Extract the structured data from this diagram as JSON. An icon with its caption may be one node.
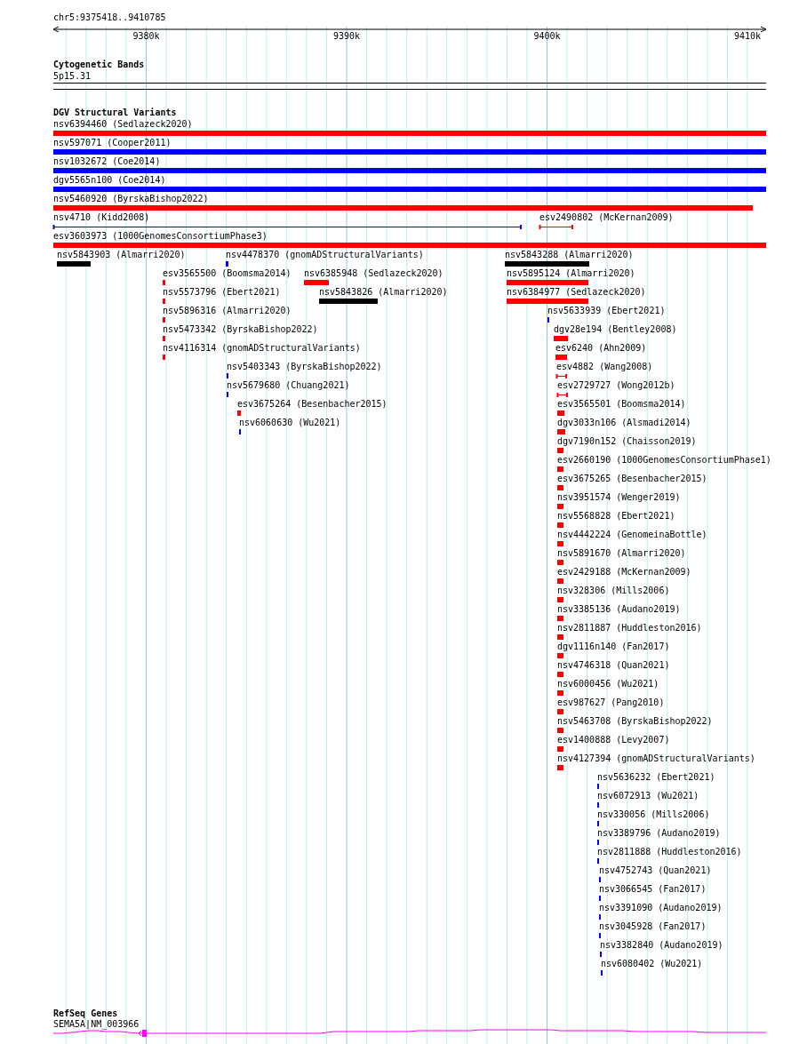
{
  "diagram": {
    "title": "chr5:9375418..9410785",
    "nodes": [
      {
        "text": [
          "nsv6394460 (Sedlazeck2020)"
        ]
      },
      {
        "text": [
          "nsv597071 (Cooper2011)"
        ]
      },
      {
        "text": [
          "nsv1032672 (Coe2014)"
        ]
      },
      {
        "text": [
          "dgv5565n100 (Coe2014)"
        ]
      },
      {
        "text": [
          "nsv5460920 (ByrskaBishop2022)"
        ]
      },
      {
        "text": [
          "nsv4710 (Kidd2008)"
        ]
      },
      {
        "text": [
          "esv2490802 (McKernan2009)"
        ]
      },
      {
        "text": [
          "esv3603973 (1000GenomesConsortiumPhase3)"
        ]
      },
      {
        "text": [
          "nsv5843903 (Almarri2020)"
        ]
      },
      {
        "text": [
          "nsv4478370 (gnomADStructuralVariants)"
        ]
      },
      {
        "text": [
          "nsv5843288 (Almarri2020)"
        ]
      },
      {
        "text": [
          "esv3565500 (Boomsma2014)"
        ]
      },
      {
        "text": [
          "nsv6385948 (Sedlazeck2020)"
        ]
      },
      {
        "text": [
          "nsv5895124 (Almarri2020)"
        ]
      },
      {
        "text": [
          "nsv5573796 (Ebert2021)"
        ]
      },
      {
        "text": [
          "nsv5843826 (Almarri2020)"
        ]
      },
      {
        "text": [
          "nsv6384977 (Sedlazeck2020)"
        ]
      },
      {
        "text": [
          "nsv5896316 (Almarri2020)"
        ]
      },
      {
        "text": [
          "nsv5633939 (Ebert2021)"
        ]
      },
      {
        "text": [
          "nsv5473342 (ByrskaBishop2022)"
        ]
      },
      {
        "text": [
          "dgv28e194 (Bentley2008)"
        ]
      },
      {
        "text": [
          "nsv4116314 (gnomADStructuralVariants)"
        ]
      },
      {
        "text": [
          "esv6240 (Ahn2009)"
        ]
      },
      {
        "text": [
          "nsv5403343 (ByrskaBishop2022)"
        ]
      },
      {
        "text": [
          "esv4882 (Wang2008)"
        ]
      },
      {
        "text": [
          "nsv5679680 (Chuang2021)"
        ]
      },
      {
        "text": [
          "esv2729727 (Wong2012b)"
        ]
      },
      {
        "text": [
          "esv3675264 (Besenbacher2015)"
        ]
      },
      {
        "text": [
          "esv3565501 (Boomsma2014)"
        ]
      },
      {
        "text": [
          "nsv6060630 (Wu2021)"
        ]
      },
      {
        "text": [
          "dgv3033n106 (Alsmadi2014)"
        ]
      },
      {
        "text": [
          "dgv7190n152 (Chaisson2019)"
        ]
      },
      {
        "text": [
          "esv2660190 (1000GenomesConsortiumPhase1)"
        ]
      },
      {
        "text": [
          "esv3675265 (Besenbacher2015)"
        ]
      },
      {
        "text": [
          "nsv3951574 (Wenger2019)"
        ]
      },
      {
        "text": [
          "nsv5568828 (Ebert2021)"
        ]
      },
      {
        "text": [
          "nsv4442224 (GenomeinaBottle)"
        ]
      },
      {
        "text": [
          "nsv5891670 (Almarri2020)"
        ]
      },
      {
        "text": [
          "esv2429188 (McKernan2009)"
        ]
      },
      {
        "text": [
          "nsv328306 (Mills2006)"
        ]
      },
      {
        "text": [
          "nsv3385136 (Audano2019)"
        ]
      },
      {
        "text": [
          "nsv2811887 (Huddleston2016)"
        ]
      },
      {
        "text": [
          "dgv1116n140 (Fan2017)"
        ]
      },
      {
        "text": [
          "nsv4746318 (Quan2021)"
        ]
      },
      {
        "text": [
          "nsv6000456 (Wu2021)"
        ]
      },
      {
        "text": [
          "esv987627 (Pang2010)"
        ]
      },
      {
        "text": [
          "nsv5463708 (ByrskaBishop2022)"
        ]
      },
      {
        "text": [
          "esv1400888 (Levy2007)"
        ]
      },
      {
        "text": [
          "nsv4127394 (gnomADStructuralVariants)"
        ]
      },
      {
        "text": [
          "nsv5636232 (Ebert2021)"
        ]
      },
      {
        "text": [
          "nsv6072913 (Wu2021)"
        ]
      },
      {
        "text": [
          "nsv330056 (Mills2006)"
        ]
      },
      {
        "text": [
          "nsv3389796 (Audano2019)"
        ]
      },
      {
        "text": [
          "nsv2811888 (Huddleston2016)"
        ]
      },
      {
        "text": [
          "nsv4752743 (Quan2021)"
        ]
      },
      {
        "text": [
          "nsv3066545 (Fan2017)"
        ]
      },
      {
        "text": [
          "nsv3391090 (Audano2019)"
        ]
      },
      {
        "text": [
          "nsv3045928 (Fan2017)"
        ]
      },
      {
        "text": [
          "nsv3382840 (Audano2019)"
        ]
      },
      {
        "text": [
          "nsv6080402 (Wu2021)"
        ]
      },
      {
        "text": [
          "SEMA5A|NM_003966"
        ]
      }
    ],
    "labels": [
      "9380k",
      "9390k",
      "9400k",
      "9410k",
      "Cytogenetic Bands",
      "5p15.31",
      "DGV Structural Variants",
      "RefSeq Genes"
    ]
  }
}
